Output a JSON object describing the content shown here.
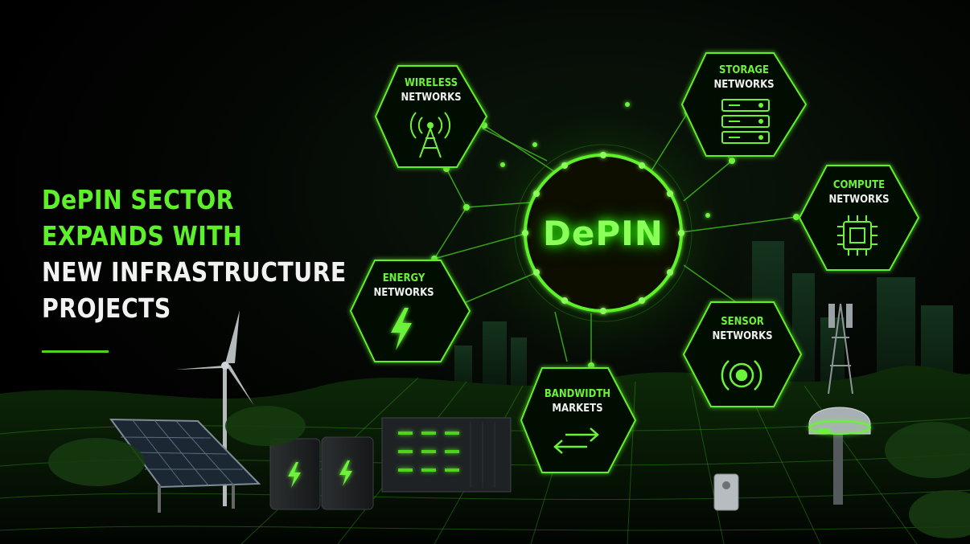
{
  "headline": {
    "line1": "DePIN SECTOR",
    "line2": "EXPANDS WITH",
    "line3": "NEW INFRASTRUCTURE",
    "line4": "PROJECTS"
  },
  "hub": {
    "label": "DePIN"
  },
  "nodes": {
    "wireless": {
      "line1": "WIRELESS",
      "line2": "NETWORKS",
      "icon": "cell-tower-icon"
    },
    "storage": {
      "line1": "STORAGE",
      "line2": "NETWORKS",
      "icon": "server-rack-icon"
    },
    "compute": {
      "line1": "COMPUTE",
      "line2": "NETWORKS",
      "icon": "cpu-chip-icon"
    },
    "energy": {
      "line1": "ENERGY",
      "line2": "NETWORKS",
      "icon": "lightning-bolt-icon"
    },
    "sensor": {
      "line1": "SENSOR",
      "line2": "NETWORKS",
      "icon": "sensor-target-icon"
    },
    "bandwidth": {
      "line1": "BANDWIDTH",
      "line2": "MARKETS",
      "icon": "swap-arrows-icon"
    }
  },
  "colors": {
    "accent": "#5ef02a",
    "glow": "#2fff0a",
    "background": "#000000",
    "text": "#f2f2f2"
  }
}
